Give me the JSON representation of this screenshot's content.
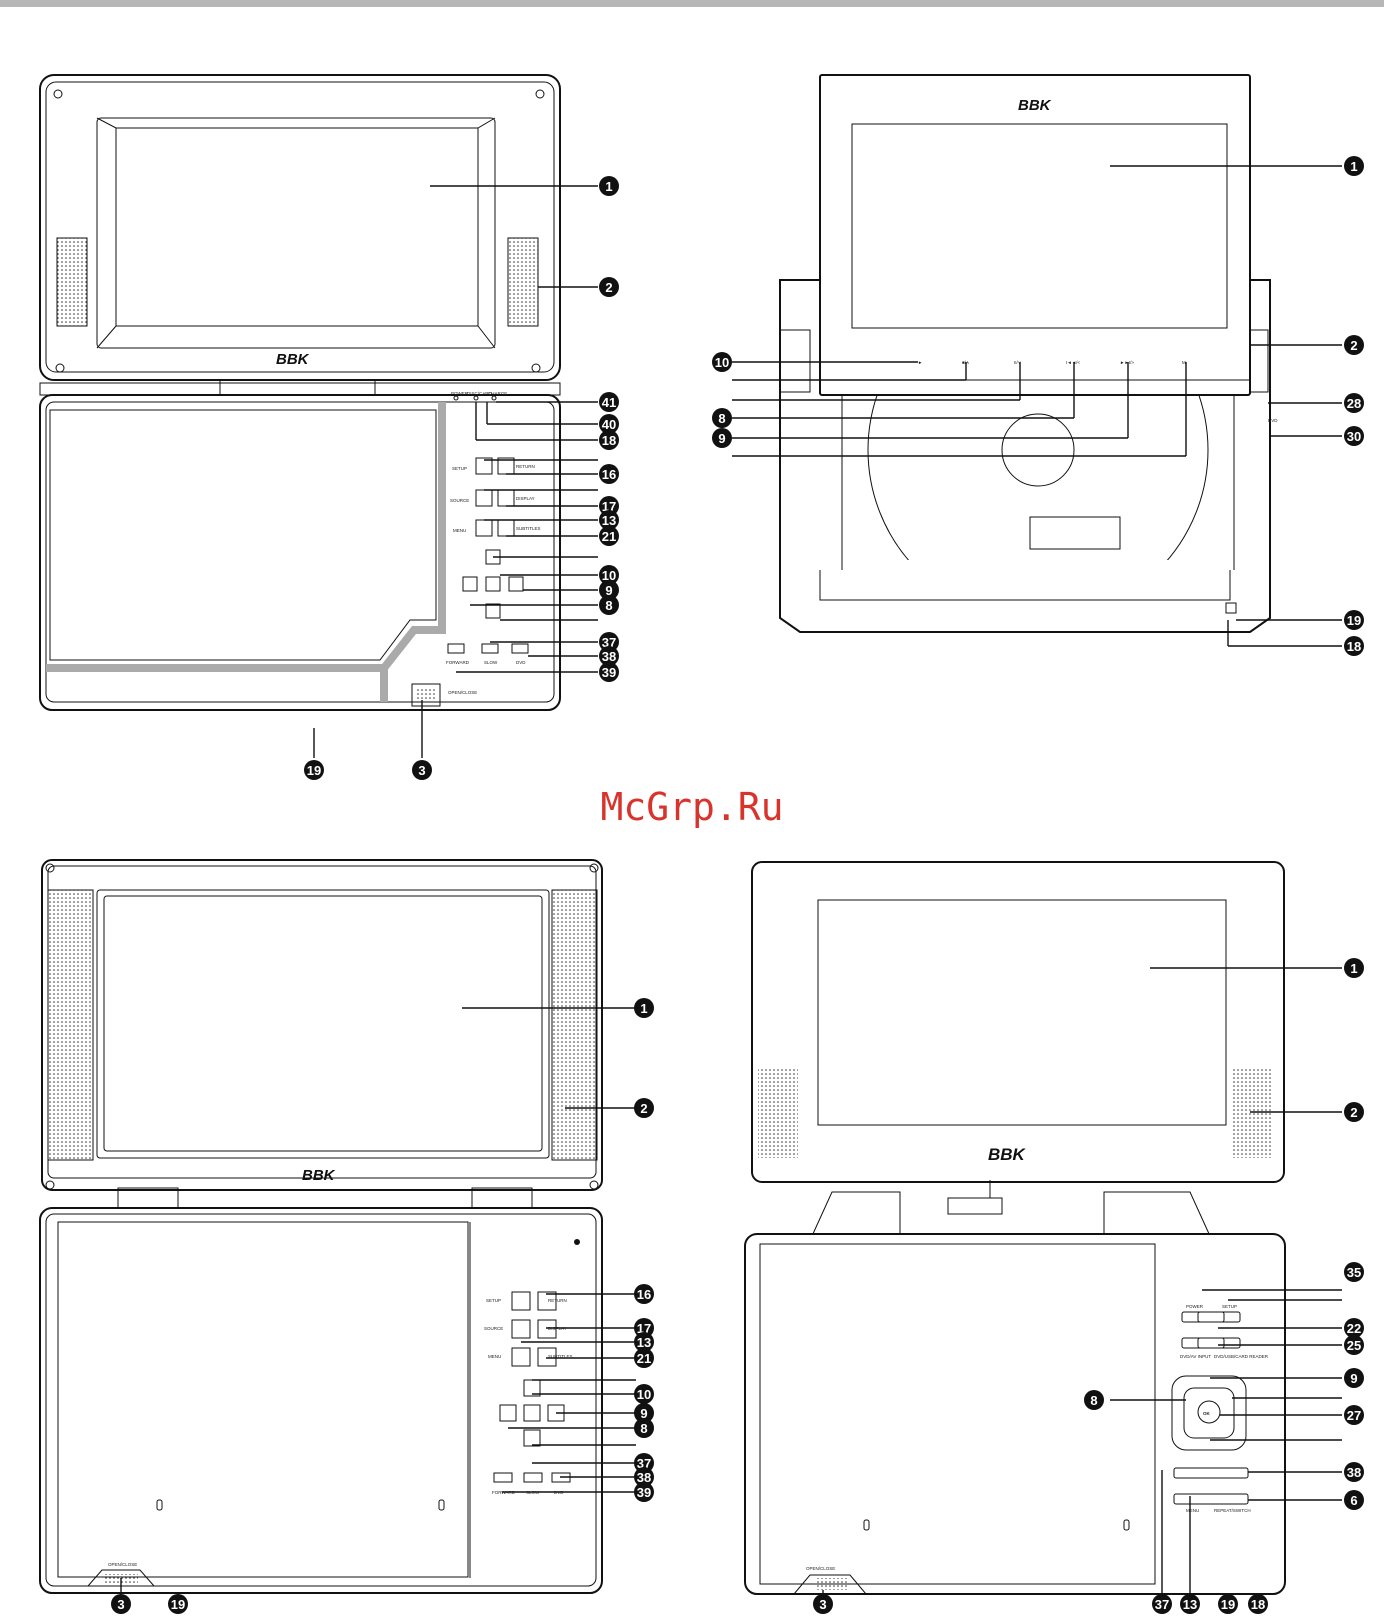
{
  "watermark": "McGrp.Ru",
  "brand": "BBK",
  "views": {
    "a": {
      "callouts": [
        "1",
        "2",
        "41",
        "40",
        "18",
        "16",
        "17",
        "13",
        "21",
        "10",
        "9",
        "8",
        "37",
        "38",
        "39",
        "19",
        "3"
      ],
      "button_labels": [
        "SETUP",
        "SOURCE",
        "MENU",
        "RETURN",
        "DISPLAY",
        "SUBTITLES",
        "FORWARD",
        "SLOW",
        "DVD"
      ],
      "indicator_labels": [
        "POWER",
        "DISC/CARD",
        "CHARGE"
      ],
      "open_close": "OPEN/CLOSE"
    },
    "b": {
      "callouts": [
        "1",
        "10",
        "2",
        "28",
        "8",
        "9",
        "30",
        "19",
        "18"
      ],
      "button_glyphs": [
        "►",
        "■/∧",
        "II/∨",
        "I◄◄/<",
        "►►I/>",
        "M"
      ],
      "switch_label": "DVD"
    },
    "c": {
      "callouts": [
        "1",
        "2",
        "16",
        "17",
        "13",
        "21",
        "10",
        "9",
        "8",
        "37",
        "38",
        "39",
        "3",
        "19"
      ],
      "button_labels": [
        "SETUP",
        "SOURCE",
        "MENU",
        "RETURN",
        "DISPLAY",
        "SUBTITLES",
        "FORWARD",
        "SLOW",
        "DVD"
      ],
      "open_close": "OPEN/CLOSE"
    },
    "d": {
      "callouts": [
        "1",
        "2",
        "35",
        "22",
        "25",
        "9",
        "8",
        "27",
        "38",
        "6",
        "3",
        "37",
        "13",
        "19",
        "18"
      ],
      "button_labels": [
        "POWER",
        "SETUP",
        "DVD/AV INPUT",
        "DVD/USB/CARD READER",
        "OK",
        "MENU",
        "REPEAT/SWITCH"
      ],
      "open_close": "OPEN/CLOSE"
    }
  }
}
